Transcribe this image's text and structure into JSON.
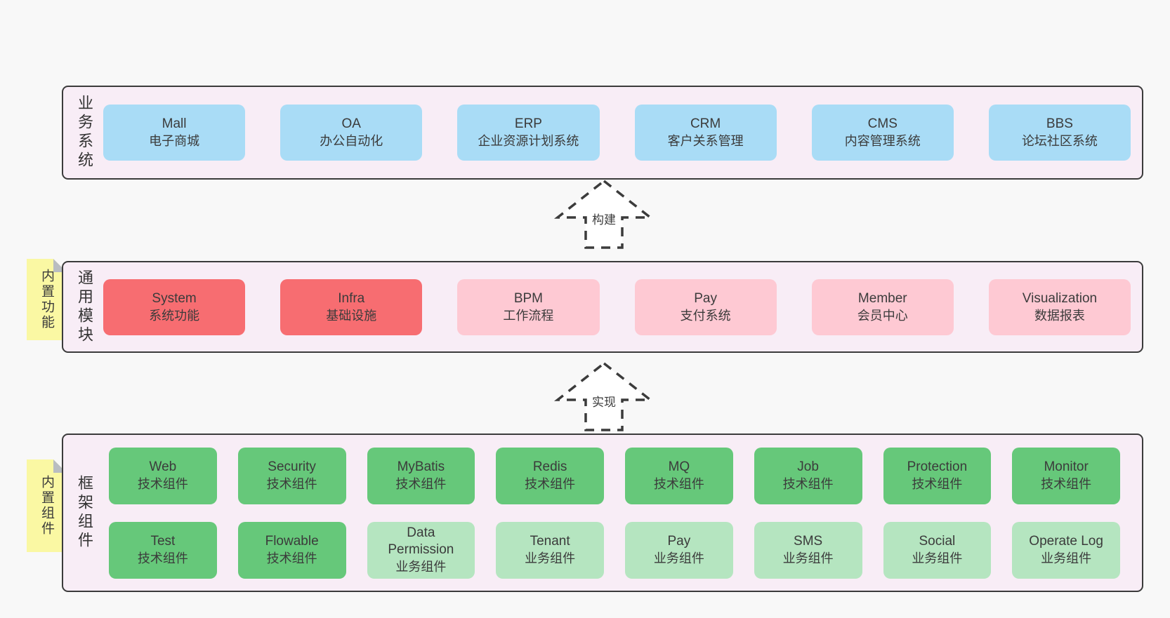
{
  "colors": {
    "blue": "#a9dcf6",
    "red": "#f76d71",
    "pink": "#fec9d3",
    "green": "#66c87a",
    "lightgreen": "#b5e5c0",
    "band_fill": "#f8edf6",
    "band_border": "#3b3b3b",
    "sticky_yellow": "#faf8a3",
    "fold_gray": "#b9bdc1",
    "text": "#3b3b3b"
  },
  "diagram": {
    "bands": [
      {
        "id": "business-systems",
        "side_label": "业务系统",
        "sticky_tag": "",
        "rows": [
          [
            {
              "en": "Mall",
              "zh": "电子商城",
              "variant": "blue"
            },
            {
              "en": "OA",
              "zh": "办公自动化",
              "variant": "blue"
            },
            {
              "en": "ERP",
              "zh": "企业资源计划系统",
              "variant": "blue"
            },
            {
              "en": "CRM",
              "zh": "客户关系管理",
              "variant": "blue"
            },
            {
              "en": "CMS",
              "zh": "内容管理系统",
              "variant": "blue"
            },
            {
              "en": "BBS",
              "zh": "论坛社区系统",
              "variant": "blue"
            }
          ]
        ]
      },
      {
        "id": "common-modules",
        "side_label": "通用模块",
        "sticky_tag": "内置功能",
        "rows": [
          [
            {
              "en": "System",
              "zh": "系统功能",
              "variant": "red"
            },
            {
              "en": "Infra",
              "zh": "基础设施",
              "variant": "red"
            },
            {
              "en": "BPM",
              "zh": "工作流程",
              "variant": "pink"
            },
            {
              "en": "Pay",
              "zh": "支付系统",
              "variant": "pink"
            },
            {
              "en": "Member",
              "zh": "会员中心",
              "variant": "pink"
            },
            {
              "en": "Visualization",
              "zh": "数据报表",
              "variant": "pink"
            }
          ]
        ]
      },
      {
        "id": "framework-components",
        "side_label": "框架组件",
        "sticky_tag": "内置组件",
        "rows": [
          [
            {
              "en": "Web",
              "zh": "技术组件",
              "variant": "green"
            },
            {
              "en": "Security",
              "zh": "技术组件",
              "variant": "green"
            },
            {
              "en": "MyBatis",
              "zh": "技术组件",
              "variant": "green"
            },
            {
              "en": "Redis",
              "zh": "技术组件",
              "variant": "green"
            },
            {
              "en": "MQ",
              "zh": "技术组件",
              "variant": "green"
            },
            {
              "en": "Job",
              "zh": "技术组件",
              "variant": "green"
            },
            {
              "en": "Protection",
              "zh": "技术组件",
              "variant": "green"
            },
            {
              "en": "Monitor",
              "zh": "技术组件",
              "variant": "green"
            }
          ],
          [
            {
              "en": "Test",
              "zh": "技术组件",
              "variant": "green"
            },
            {
              "en": "Flowable",
              "zh": "技术组件",
              "variant": "green"
            },
            {
              "en": "Data Permission",
              "zh": "业务组件",
              "variant": "lightgreen"
            },
            {
              "en": "Tenant",
              "zh": "业务组件",
              "variant": "lightgreen"
            },
            {
              "en": "Pay",
              "zh": "业务组件",
              "variant": "lightgreen"
            },
            {
              "en": "SMS",
              "zh": "业务组件",
              "variant": "lightgreen"
            },
            {
              "en": "Social",
              "zh": "业务组件",
              "variant": "lightgreen"
            },
            {
              "en": "Operate Log",
              "zh": "业务组件",
              "variant": "lightgreen"
            }
          ]
        ]
      }
    ],
    "arrows": [
      {
        "label": "构建"
      },
      {
        "label": "实现"
      }
    ]
  }
}
